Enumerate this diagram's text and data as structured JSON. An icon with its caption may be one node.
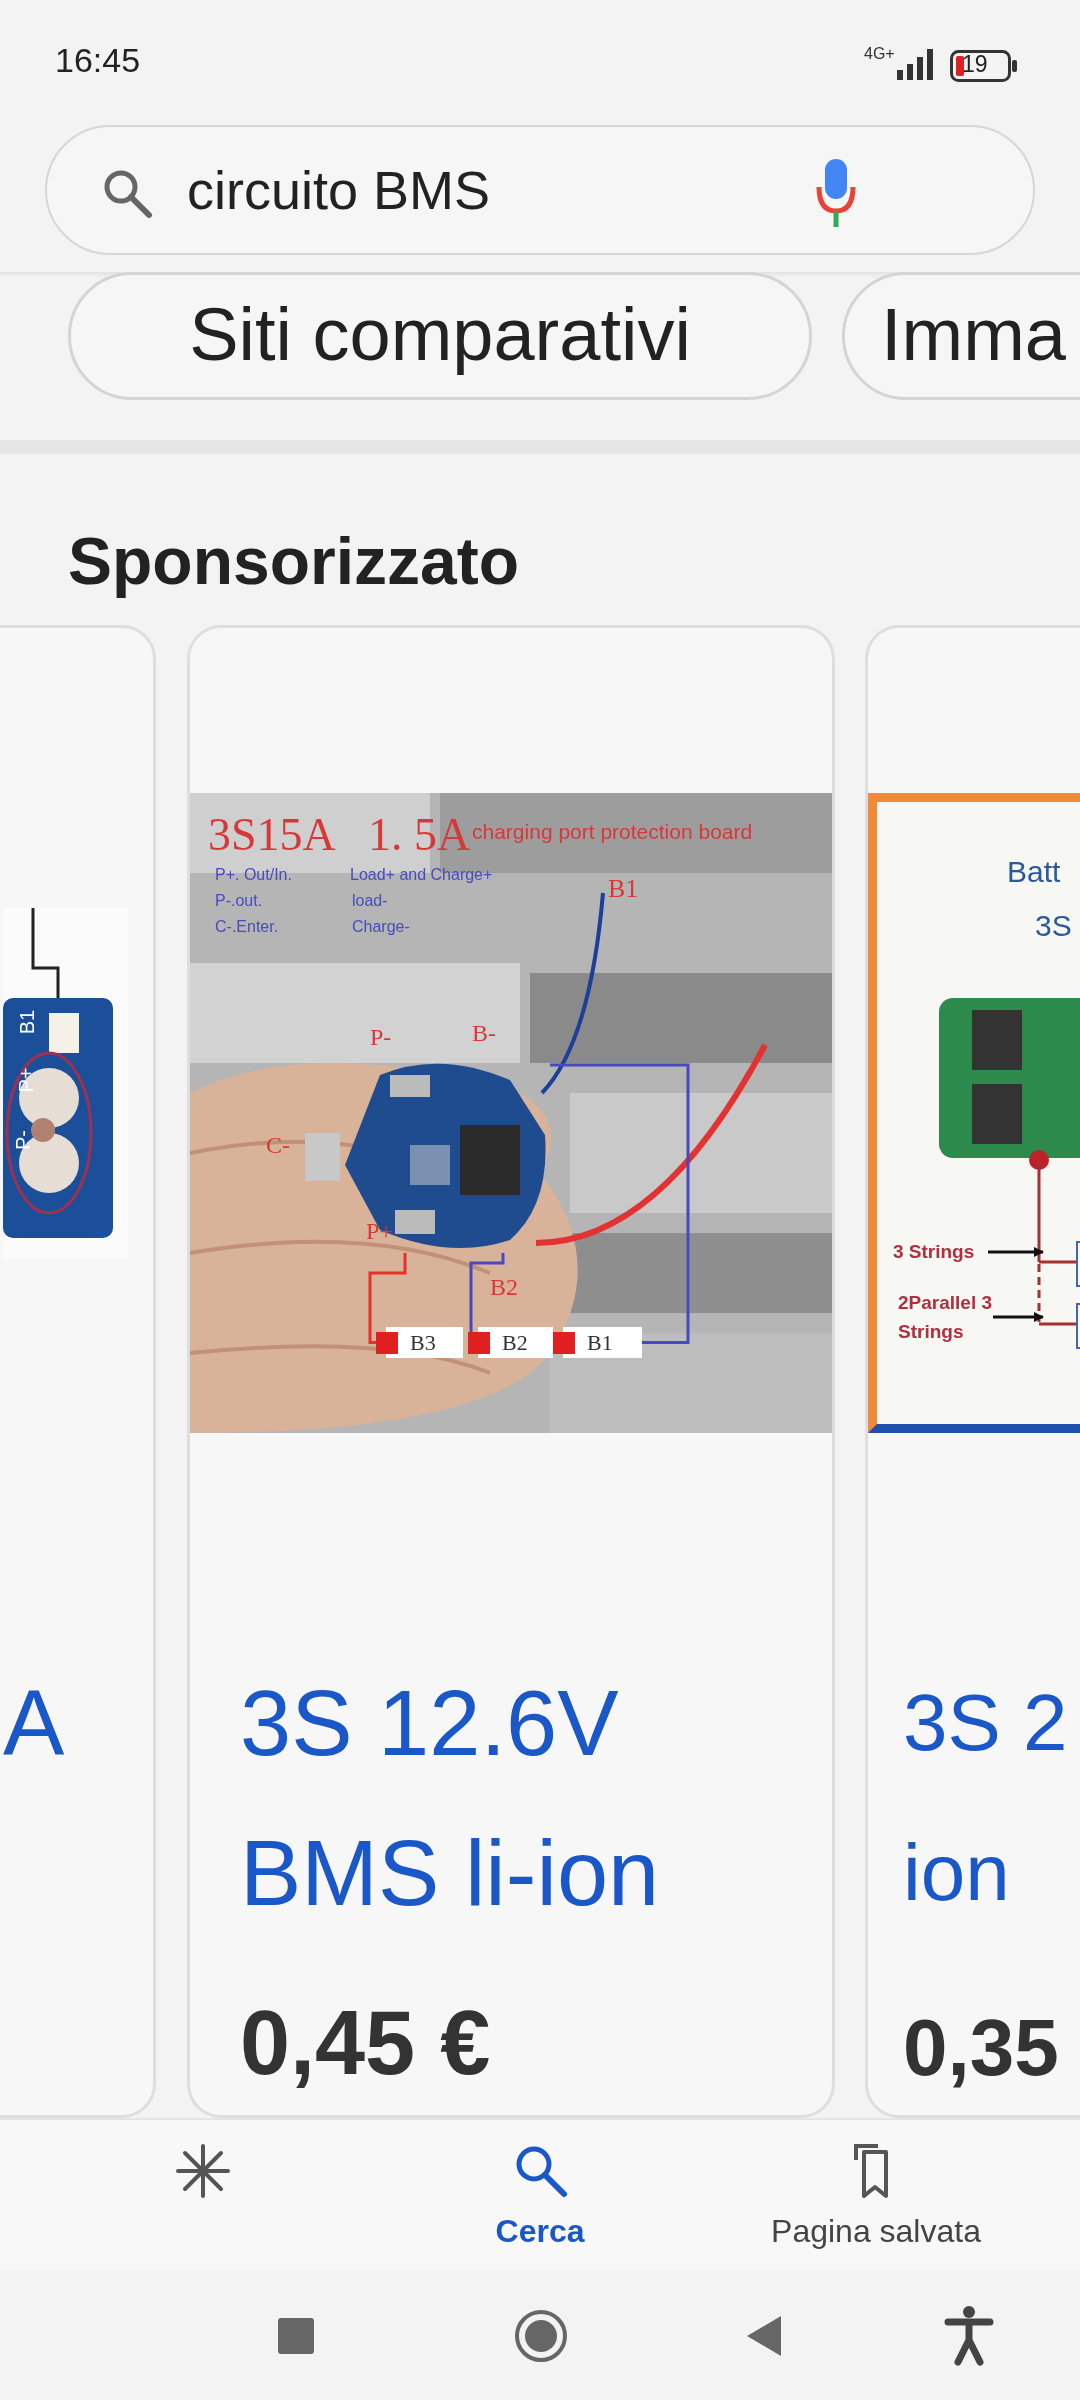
{
  "diagram": {
    "nodes": [
      {
        "text": [
          "circuito BMS"
        ]
      },
      {
        "text": [
          "Siti comparativi"
        ]
      },
      {
        "text": [
          "Imma"
        ]
      },
      {
        "text": [
          "A"
        ]
      },
      {
        "text": [],
        "shape": "picture",
        "in": 3
      },
      {
        "text": [
          "3S 12.6V BMS li-ion",
          "0,45 €"
        ]
      },
      {
        "text": [],
        "shape": "picture",
        "in": 5
      },
      {
        "text": [],
        "shape": "picture",
        "in": 6
      },
      {
        "text": [
          "B3"
        ],
        "in": 6
      },
      {
        "text": [
          "B2"
        ],
        "in": 6
      },
      {
        "text": [
          "B1"
        ],
        "in": 6
      },
      {
        "text": [
          "3S 2 ion",
          "0,35"
        ]
      },
      {
        "text": [],
        "shape": "picture",
        "in": 11
      },
      {
        "text": [
          "3 Strings"
        ],
        "in": 12
      },
      {
        "text": [
          "2Parallel 3 Strings"
        ],
        "in": 12
      }
    ],
    "edges": [
      {
        "from": 7,
        "to": 8,
        "arrow": "none",
        "color": "#e8302a"
      },
      {
        "from": 7,
        "to": 9,
        "arrow": "none"
      },
      {
        "from": 7,
        "to": 10,
        "arrow": "none"
      },
      {
        "from": 13,
        "to": null,
        "arrow": "to",
        "color": "#111111"
      },
      {
        "from": 14,
        "to": null,
        "arrow": "to",
        "color": "#111111"
      }
    ],
    "labels": [
      "16:45",
      "4G+",
      "19",
      "Sponsorizzato",
      "B1",
      "P+",
      "P-",
      "3S15A",
      "1. 5A",
      "charging port protection board",
      "P+. Out/In.",
      "Load+ and Charge+",
      "P-.out.",
      "load-",
      "C-.Enter.",
      "Charge-",
      "B1",
      "P-",
      "B-",
      "C-",
      "P+",
      "B2",
      "Batt",
      "3S",
      "Cerca",
      "Pagina salvata"
    ]
  }
}
